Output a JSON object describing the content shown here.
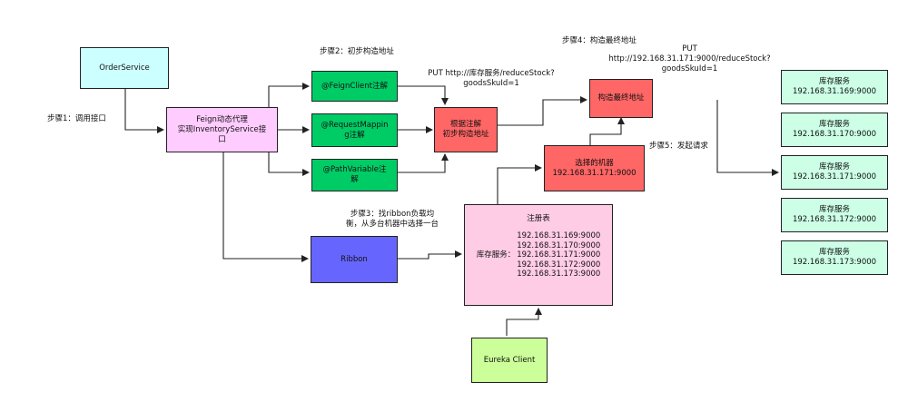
{
  "nodes": {
    "order_service": "OrderService",
    "feign_proxy": "Feign动态代理\n实现InventoryService接\n口",
    "feign_client": "@FeignClient注解",
    "request_mapping": "@RequestMappin\ng注解",
    "path_variable": "@PathVariable注\n解",
    "ribbon": "Ribbon",
    "build_address": "根据注解\n初步构造地址",
    "final_address": "构造最终地址",
    "chosen_machine_title": "选择的机器",
    "chosen_machine_addr": "192.168.31.171:9000",
    "registry_title": "注册表",
    "registry_service": "库存服务：",
    "registry_entries": [
      "192.168.31.169:9000",
      "192.168.31.170:9000",
      "192.168.31.171:9000",
      "192.168.31.172:9000",
      "192.168.31.173:9000"
    ],
    "eureka_client": "Eureka Client",
    "inventory_instances": [
      {
        "name": "库存服务",
        "addr": "192.168.31.169:9000"
      },
      {
        "name": "库存服务",
        "addr": "192.168.31.170:9000"
      },
      {
        "name": "库存服务",
        "addr": "192.168.31.171:9000"
      },
      {
        "name": "库存服务",
        "addr": "192.168.31.172:9000"
      },
      {
        "name": "库存服务",
        "addr": "192.168.31.173:9000"
      }
    ]
  },
  "labels": {
    "step1": "步骤1：调用接口",
    "step2": "步骤2：初步构造地址",
    "step3": "步骤3：找ribbon负载均\n衡，从多台机器中选择一台",
    "step4": "步骤4：构造最终地址",
    "step5": "步骤5：发起请求",
    "put_initial": "PUT http://库存服务/reduceStock?\ngoodsSkuId=1",
    "put_final": "PUT\nhttp://192.168.31.171:9000/reduceStock?\ngoodsSkuId=1"
  },
  "colors": {
    "order_service": "#ccffff",
    "feign": "#ffccff",
    "annotation": "#00cc66",
    "ribbon": "#6666ff",
    "red": "#ff6666",
    "registry": "#ffcce6",
    "eureka": "#ccff99",
    "inventory": "#ccffe6"
  }
}
